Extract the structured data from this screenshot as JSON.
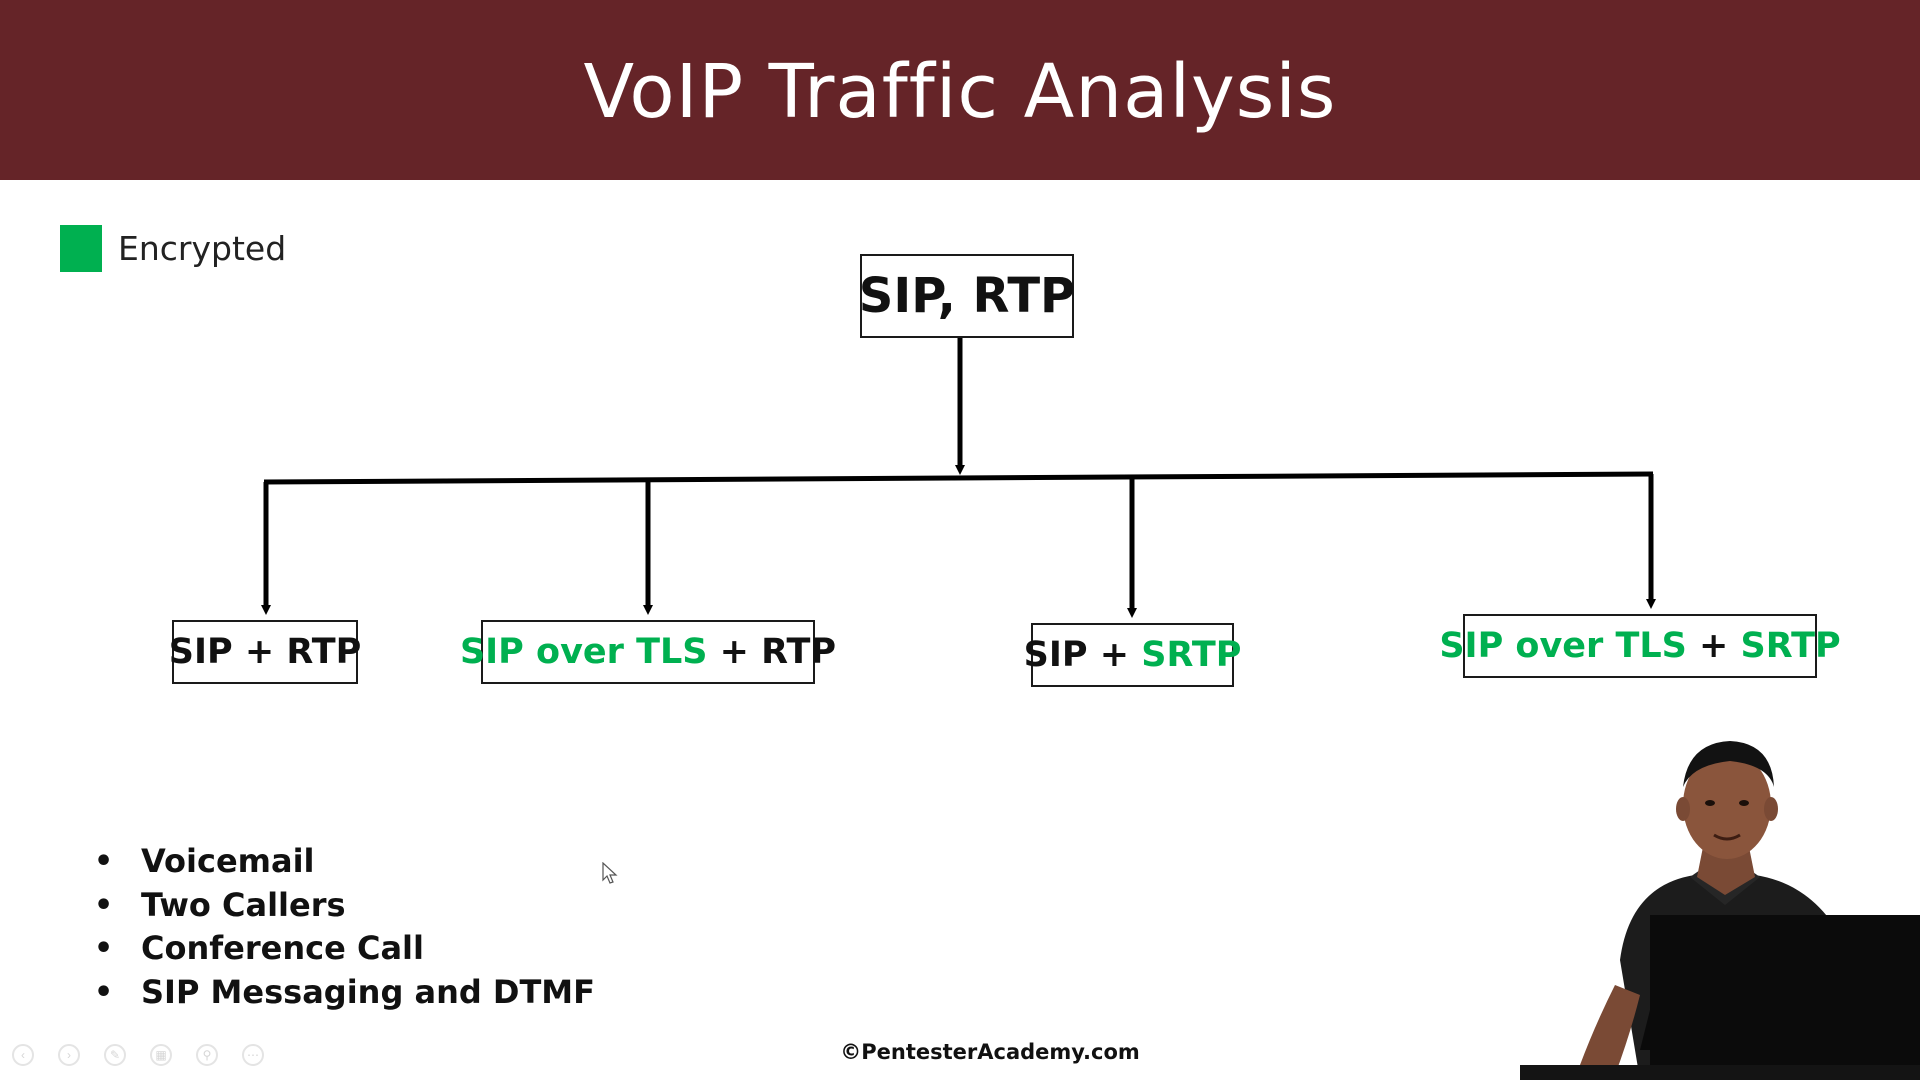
{
  "header": {
    "title": "VoIP Traffic Analysis",
    "bg_color": "#652428"
  },
  "legend": {
    "swatch_color": "#00b050",
    "label": "Encrypted"
  },
  "diagram": {
    "root": {
      "label": "SIP, RTP"
    },
    "children": [
      {
        "parts": [
          {
            "text": "SIP + RTP",
            "encrypted": false
          }
        ]
      },
      {
        "parts": [
          {
            "text": "SIP over TLS",
            "encrypted": true
          },
          {
            "text": " + RTP",
            "encrypted": false
          }
        ]
      },
      {
        "parts": [
          {
            "text": "SIP + ",
            "encrypted": false
          },
          {
            "text": "SRTP",
            "encrypted": true
          }
        ]
      },
      {
        "parts": [
          {
            "text": "SIP over TLS",
            "encrypted": true
          },
          {
            "text": " + ",
            "encrypted": false
          },
          {
            "text": "SRTP",
            "encrypted": true
          }
        ]
      }
    ]
  },
  "bullets": [
    "Voicemail",
    "Two Callers",
    "Conference Call",
    "SIP Messaging and DTMF"
  ],
  "footer": {
    "copyright": "©PentesterAcademy.com"
  },
  "slide_controls": [
    {
      "icon": "previous-icon"
    },
    {
      "icon": "next-icon"
    },
    {
      "icon": "pen-icon"
    },
    {
      "icon": "slides-icon"
    },
    {
      "icon": "zoom-icon"
    },
    {
      "icon": "more-icon"
    }
  ]
}
